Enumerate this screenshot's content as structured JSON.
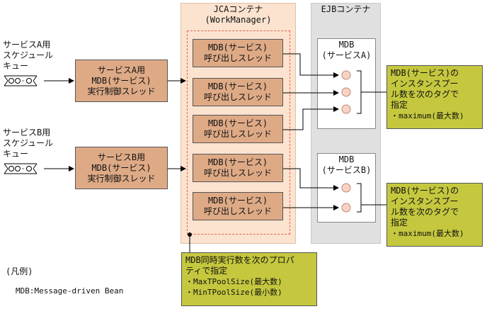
{
  "queues": [
    {
      "label": [
        "サービスA用",
        "スケジュール",
        "キュー"
      ],
      "icon": "queue-icon"
    },
    {
      "label": [
        "サービスB用",
        "スケジュール",
        "キュー"
      ],
      "icon": "queue-icon"
    }
  ],
  "control_threads": [
    [
      "サービスA用",
      "MDB(サービス)",
      "実行制御スレッド"
    ],
    [
      "サービスB用",
      "MDB(サービス)",
      "実行制御スレッド"
    ]
  ],
  "jca": {
    "title": "JCAコンテナ",
    "subtitle": "(WorkManager)"
  },
  "call_threads": [
    [
      "MDB(サービス)",
      "呼び出しスレッド"
    ],
    [
      "MDB(サービス)",
      "呼び出しスレッド"
    ],
    [
      "MDB(サービス)",
      "呼び出しスレッド"
    ],
    [
      "MDB(サービス)",
      "呼び出しスレッド"
    ],
    [
      "MDB(サービス)",
      "呼び出しスレッド"
    ]
  ],
  "ejb": {
    "title": "EJBコンテナ"
  },
  "mdb_boxes": [
    [
      "MDB",
      "(サービスA)"
    ],
    [
      "MDB",
      "(サービスB)"
    ]
  ],
  "notes_right": [
    [
      "MDB(サービス)の",
      "インスタンスプー",
      "ル数を次のタグで",
      "指定",
      "・maximum(最大数)"
    ],
    [
      "MDB(サービス)の",
      "インスタンスプー",
      "ル数を次のタグで",
      "指定",
      "・maximum(最大数)"
    ]
  ],
  "note_bottom": [
    "MDB同時実行数を次のプロパ",
    "ティで指定",
    "・MaxTPoolSize(最大数)",
    "・MinTPoolSize(最小数)"
  ],
  "legend": {
    "title": "(凡例)",
    "item": "MDB:Message-driven Bean"
  },
  "colors": {
    "tan": "#deaa86",
    "jca_bg": "#fbe3cf",
    "ejb_bg": "#e0e0e0",
    "note": "#c5c83e",
    "instance": "#f7d3c5",
    "dashed": "#e8604c"
  }
}
